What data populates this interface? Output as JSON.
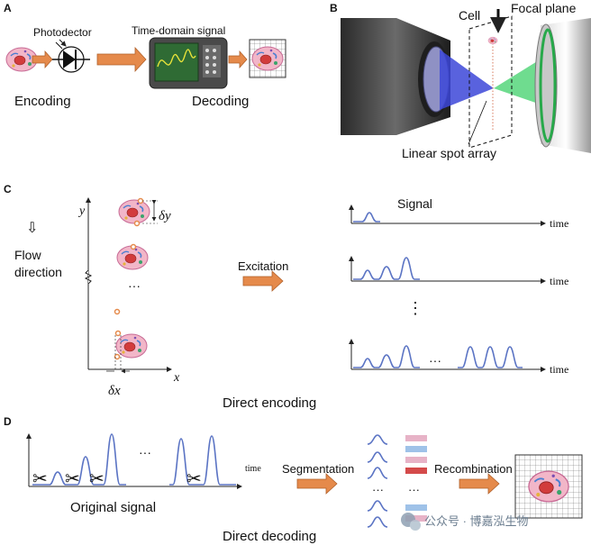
{
  "panels": {
    "a": {
      "letter": "A",
      "photodetector": "Photodector",
      "time_domain": "Time-domain signal",
      "encoding": "Encoding",
      "decoding": "Decoding"
    },
    "b": {
      "letter": "B",
      "cell": "Cell",
      "focal_plane": "Focal plane",
      "linear_spot": "Linear spot array"
    },
    "c": {
      "letter": "C",
      "y": "y",
      "x": "x",
      "delta_y": "δy",
      "delta_x": "δx",
      "flow": "Flow",
      "direction": "direction",
      "dots": "···",
      "excitation": "Excitation",
      "signal": "Signal",
      "time": "time",
      "vdots": "⋮",
      "dots2": "···",
      "caption": "Direct encoding"
    },
    "d": {
      "letter": "D",
      "dots": "···",
      "time": "time",
      "original_signal": "Original signal",
      "segmentation": "Segmentation",
      "dots_a": "···",
      "dots_b": "···",
      "recombination": "Recombination",
      "caption": "Direct decoding"
    }
  },
  "watermark": {
    "text": "公众号 · 博嘉泓生物"
  },
  "colors": {
    "signal": "#5b74c4",
    "arrow": "#e58a4b",
    "cell_body": "#f2b6c8",
    "nucleus": "#d23c3c"
  }
}
